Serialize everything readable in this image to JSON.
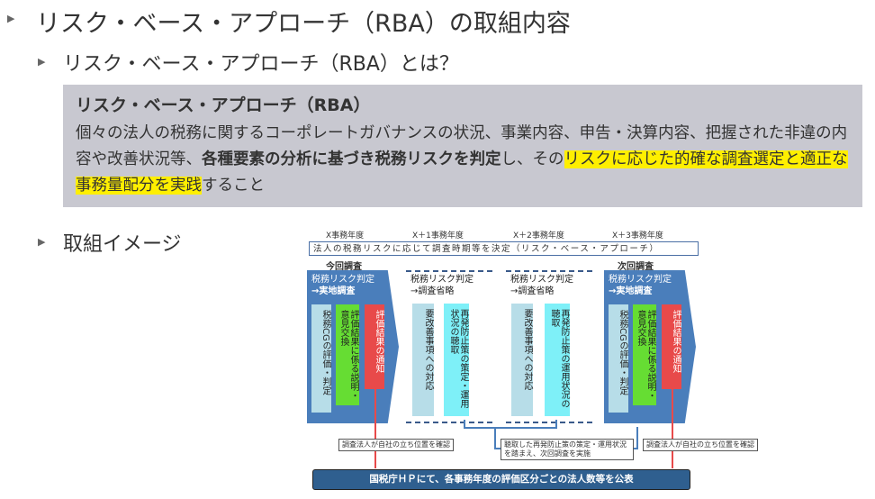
{
  "heading": "リスク・ベース・アプローチ（RBA）の取組内容",
  "sub1": "リスク・ベース・アプローチ（RBA）とは？",
  "definition": {
    "title": "リスク・ベース・アプローチ（RBA）",
    "p1": "個々の法人の税務に関するコーポレートガバナンスの状況、事業内容、申告・決算内容、把握された非違の内容や改善状況等、",
    "p2_bold": "各種要素の分析に基づき税務リスクを判定",
    "p3": "し、その",
    "p4_hl": "リスクに応じた的確な調査選定と適正な事務量配分を実践",
    "p5": "すること"
  },
  "sub2": "取組イメージ",
  "diagram": {
    "years": [
      "X事務年度",
      "X＋1事務年度",
      "X＋2事務年度",
      "X＋3事務年度"
    ],
    "top_banner": "法人の税務リスクに応じて調査時期等を決定（リスク・ベース・アプローチ）",
    "this_audit": "今回調査",
    "next_audit": "次回調査",
    "stage_onsite": [
      "税務リスク判定",
      "→実地調査"
    ],
    "stage_skip": [
      "税務リスク判定",
      "→調査省略"
    ],
    "cg": "税務CGの評価・判定",
    "explain": "評価結果に係る説明・意見交換",
    "notify": "評価結果の通知",
    "improve": "要改善事項への対応",
    "prevent1": "再発防止策の策定・運用状況の聴取",
    "prevent2": "再発防止策の運用状況の聴取",
    "note_confirm": "調査法人が自社の立ち位置を確認",
    "note_next": "聴取した再発防止策の策定・運用状況を踏まえ、次回調査を実施",
    "bottom": "国税庁ＨＰにて、各事務年度の評価区分ごとの法人数等を公表"
  }
}
